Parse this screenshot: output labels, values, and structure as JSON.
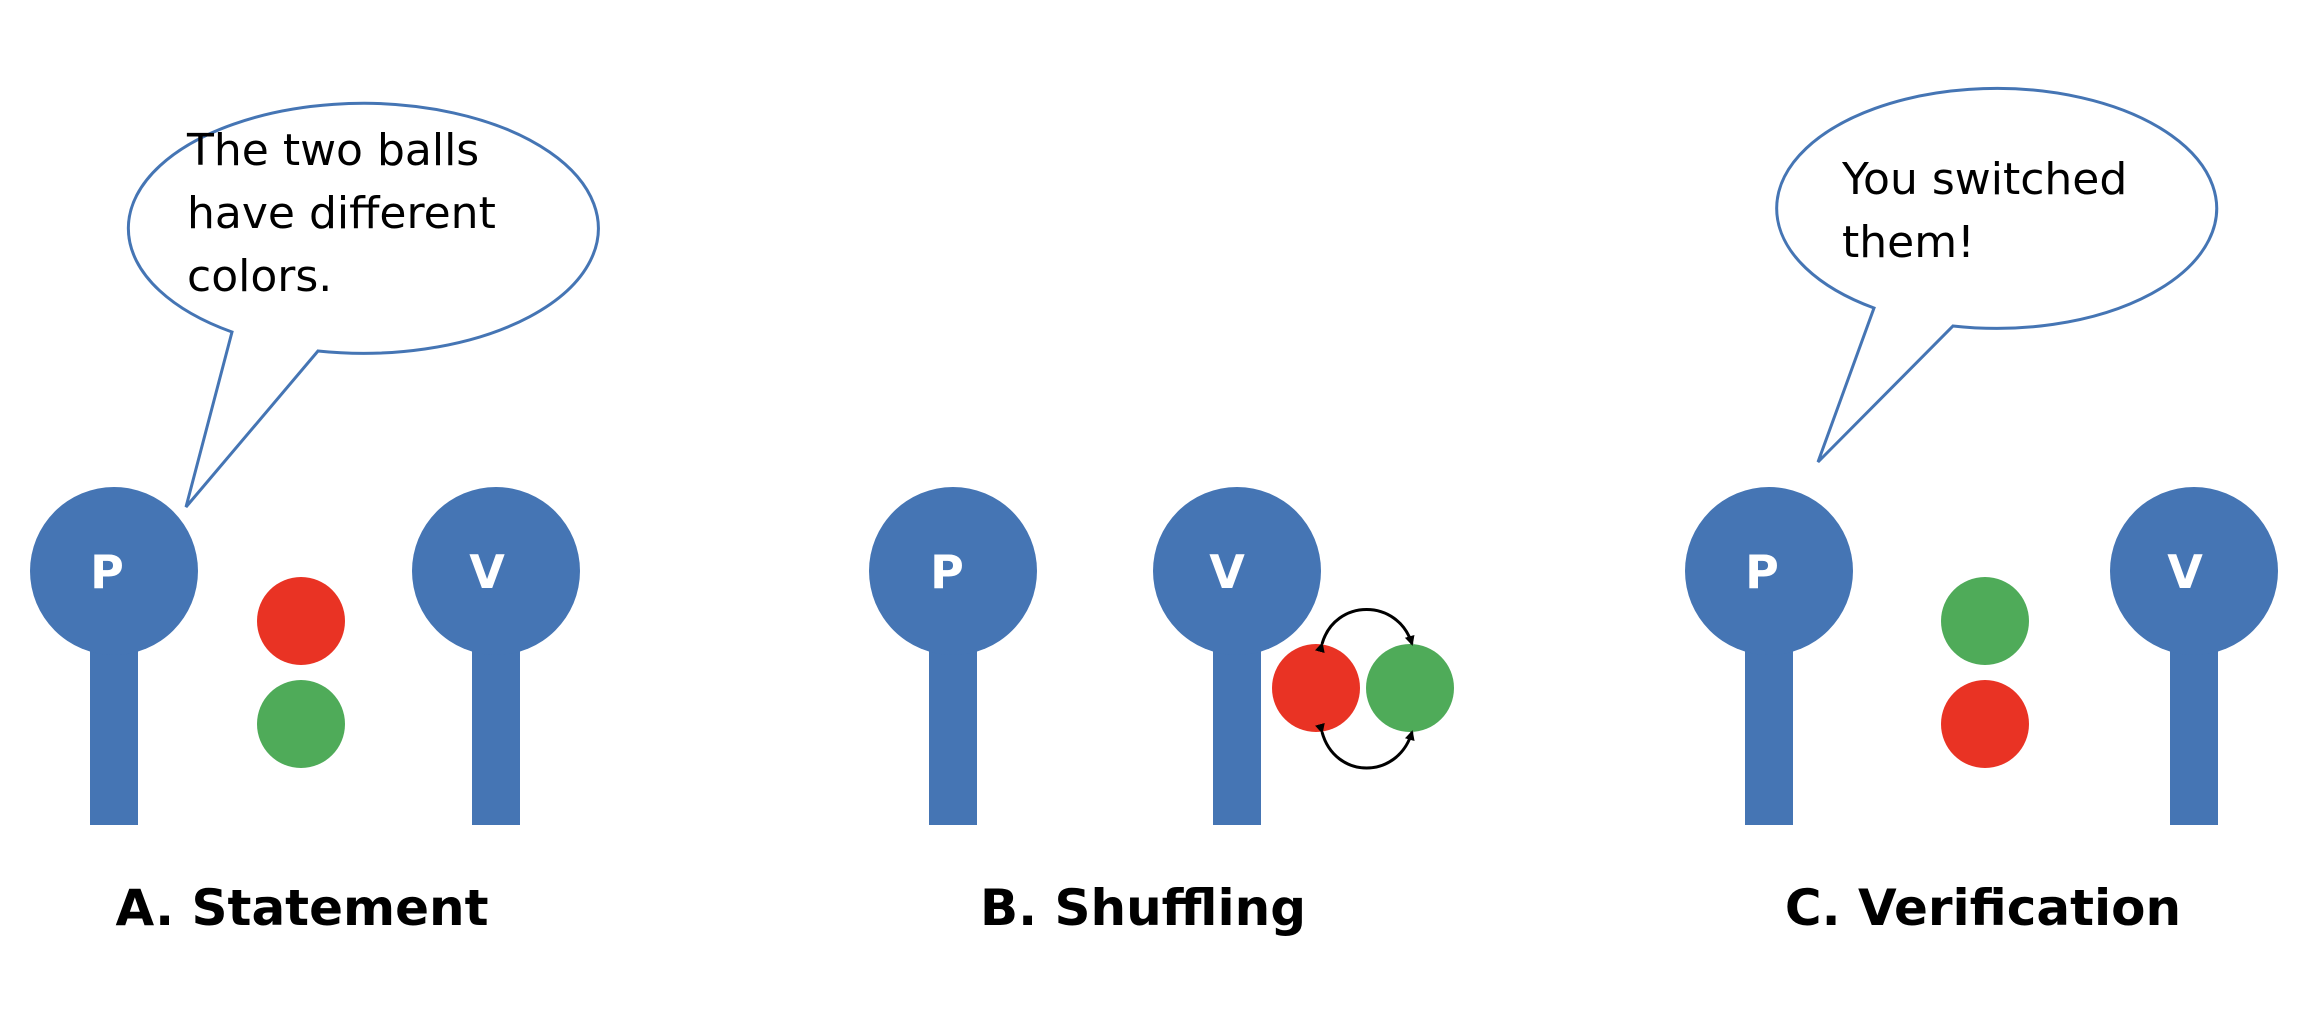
{
  "colors": {
    "avatar": "#4575B4",
    "ball_red": "#E93324",
    "ball_green": "#4FAB59",
    "bubble_stroke": "#4575B4",
    "arrow": "#000000"
  },
  "panels": {
    "a": {
      "caption": "A. Statement",
      "prover_label": "P",
      "verifier_label": "V",
      "speech": [
        "The two balls",
        "have different",
        "colors."
      ]
    },
    "b": {
      "caption": "B. Shuffling",
      "prover_label": "P",
      "verifier_label": "V"
    },
    "c": {
      "caption": "C. Verification",
      "prover_label": "P",
      "verifier_label": "V",
      "speech": [
        "You switched",
        "them!"
      ]
    }
  }
}
